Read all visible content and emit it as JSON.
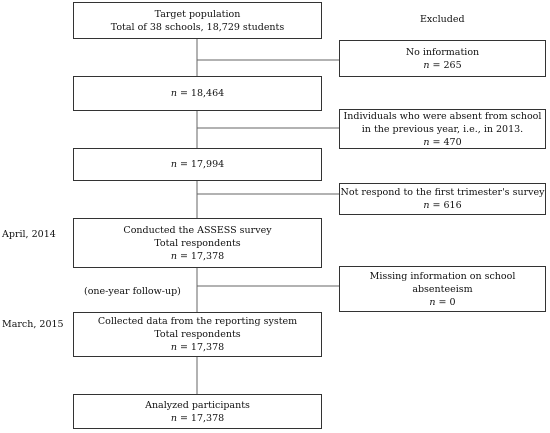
{
  "flow": {
    "target": {
      "line1": "Target population",
      "line2": "Total of 38 schools, 18,729 students"
    },
    "box2": {
      "n_label": "n",
      "n_value": " = 18,464"
    },
    "box3": {
      "n_label": "n",
      "n_value": " = 17,994"
    },
    "survey": {
      "line1": "Conducted the ASSESS survey",
      "line2": "Total respondents",
      "n_label": "n",
      "n_value": " = 17,378"
    },
    "collected": {
      "line1": "Collected data from the reporting system",
      "line2": "Total respondents",
      "n_label": "n",
      "n_value": " = 17,378"
    },
    "analyzed": {
      "line1": "Analyzed participants",
      "n_label": "n",
      "n_value": " = 17,378"
    }
  },
  "excluded": {
    "header": "Excluded",
    "no_info": {
      "line1": "No information",
      "n_label": "n",
      "n_value": " = 265"
    },
    "absent": {
      "line1": "Individuals who were absent from school",
      "line2": "in the previous year, i.e., in 2013.",
      "n_label": "n",
      "n_value": " = 470"
    },
    "not_respond": {
      "line1": "Not respond to the first trimester's survey",
      "n_label": "n",
      "n_value": " = 616"
    },
    "missing": {
      "line1": "Missing information on school",
      "line2": "absenteeism",
      "n_label": "n",
      "n_value": " = 0"
    }
  },
  "labels": {
    "april": "April, 2014",
    "followup": "(one-year follow-up)",
    "march": "March, 2015"
  }
}
